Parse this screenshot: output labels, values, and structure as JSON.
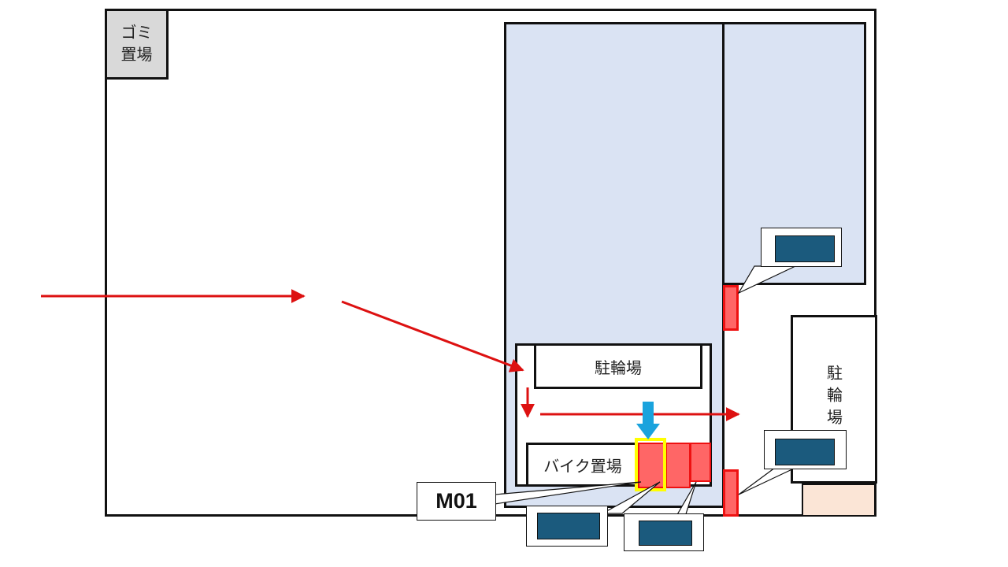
{
  "labels": {
    "garbage": "ゴミ\n置場",
    "bicycle_parking_center": "駐輪場",
    "bicycle_parking_right": "駐輪場",
    "bike_parking": "バイク置場",
    "marker_code": "M01"
  },
  "colors": {
    "lot_fill": "#dae3f3",
    "garbage_fill": "#d9d9d9",
    "highlight_fill": "#ff6666",
    "highlight_border": "#ee1111",
    "selection_border": "#ffff00",
    "route_arrow": "#dd1111",
    "entry_arrow": "#1aa3dd",
    "photo_fill": "#1b5a7d",
    "peach_fill": "#fbe5d6"
  },
  "icons": {
    "route": "red-arrow-icon",
    "entry": "blue-down-arrow-icon",
    "photo": "photo-thumbnail-icon"
  }
}
